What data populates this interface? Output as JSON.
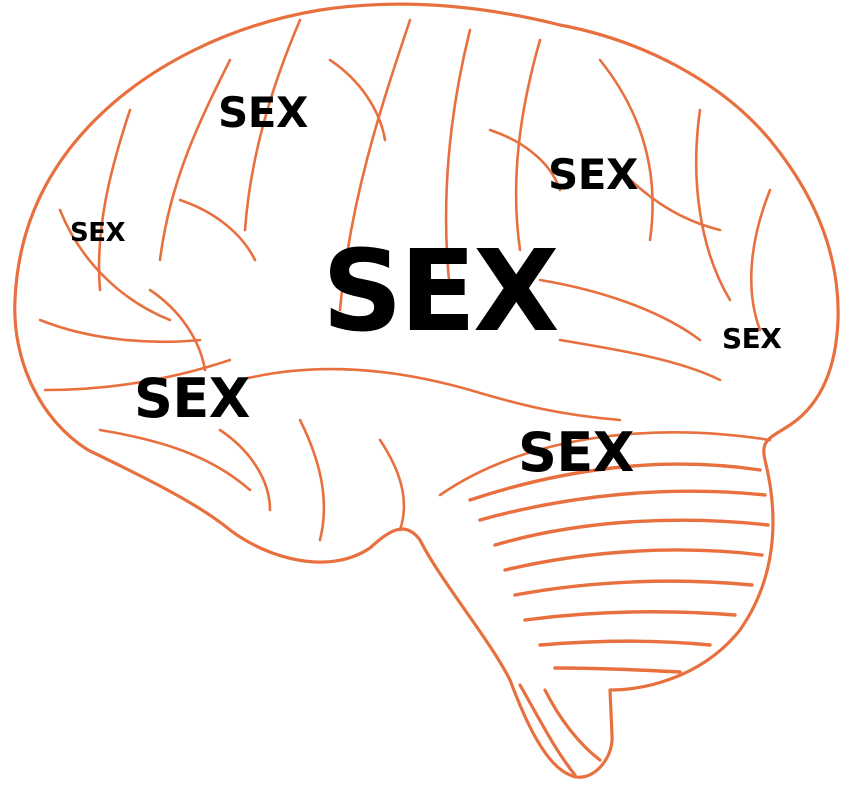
{
  "colors": {
    "brain_stroke": "#e8703f",
    "text": "#000000",
    "background": "#ffffff"
  },
  "labels": {
    "top_left": "SEX",
    "far_left": "SEX",
    "center": "SEX",
    "upper_right": "SEX",
    "right": "SEX",
    "lower_left": "SEX",
    "lower_right": "SEX"
  }
}
